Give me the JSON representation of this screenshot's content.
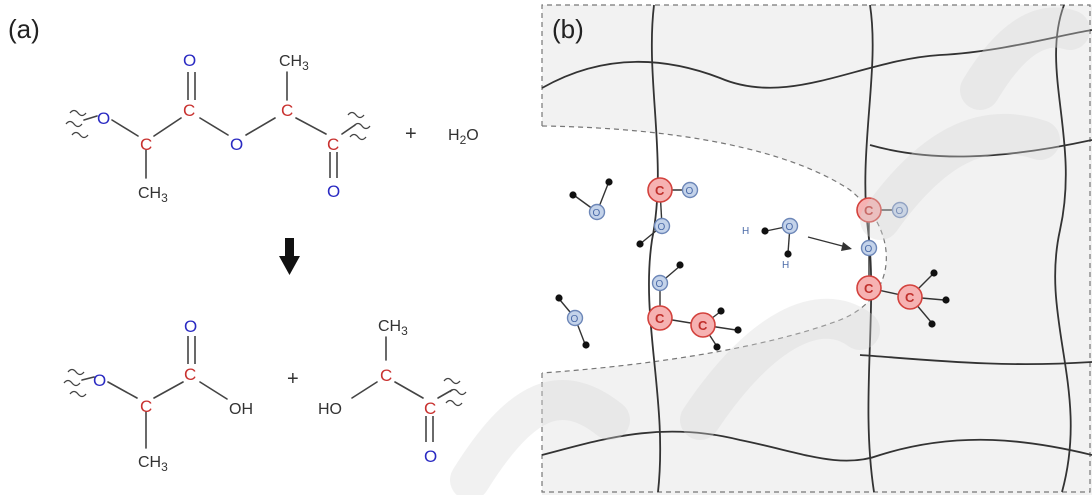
{
  "panels": {
    "a": {
      "label": "(a)",
      "reactant": {
        "atoms": [
          "O",
          "C",
          "C",
          "O",
          "O",
          "C",
          "CH3",
          "C",
          "O",
          "CH3"
        ],
        "water": "H2O",
        "plus": "+"
      },
      "products": {
        "plus": "+",
        "left": [
          "O",
          "C",
          "C",
          "O",
          "OH",
          "CH3"
        ],
        "right": [
          "CH3",
          "C",
          "HO",
          "C",
          "O"
        ]
      }
    },
    "b": {
      "label": "(b)",
      "atom_labels": {
        "carbon": "C",
        "oxygen": "O",
        "hydrogen": "H"
      }
    }
  },
  "colors": {
    "carbon": "#c8312f",
    "oxygen": "#2a2ac2",
    "bond": "#444444",
    "region_fill": "#f2f2f2"
  }
}
